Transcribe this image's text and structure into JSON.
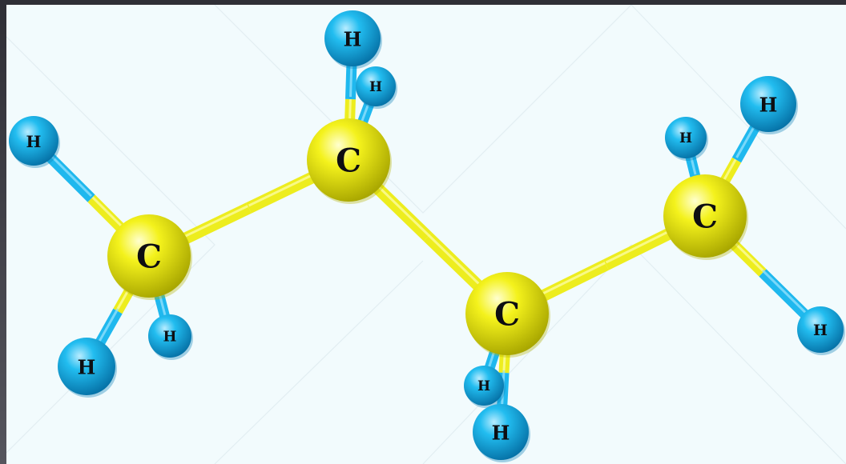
{
  "molecule": {
    "atoms": [
      {
        "id": "c1",
        "element": "C",
        "label": "C"
      },
      {
        "id": "c2",
        "element": "C",
        "label": "C"
      },
      {
        "id": "c3",
        "element": "C",
        "label": "C"
      },
      {
        "id": "c4",
        "element": "C",
        "label": "C"
      },
      {
        "id": "h1",
        "element": "H",
        "label": "H"
      },
      {
        "id": "h2",
        "element": "H",
        "label": "H"
      },
      {
        "id": "h3",
        "element": "H",
        "label": "H"
      },
      {
        "id": "h4",
        "element": "H",
        "label": "H"
      },
      {
        "id": "h5",
        "element": "H",
        "label": "H"
      },
      {
        "id": "h6",
        "element": "H",
        "label": "H"
      },
      {
        "id": "h7",
        "element": "H",
        "label": "H"
      },
      {
        "id": "h8",
        "element": "H",
        "label": "H"
      },
      {
        "id": "h9",
        "element": "H",
        "label": "H"
      },
      {
        "id": "h10",
        "element": "H",
        "label": "H"
      }
    ],
    "bonds": [
      [
        "c1",
        "c2"
      ],
      [
        "c2",
        "c3"
      ],
      [
        "c3",
        "c4"
      ],
      [
        "c1",
        "h1"
      ],
      [
        "c1",
        "h2"
      ],
      [
        "c1",
        "h3"
      ],
      [
        "c2",
        "h4"
      ],
      [
        "c2",
        "h5"
      ],
      [
        "c3",
        "h6"
      ],
      [
        "c3",
        "h7"
      ],
      [
        "c4",
        "h8"
      ],
      [
        "c4",
        "h9"
      ],
      [
        "c4",
        "h10"
      ]
    ]
  },
  "colors": {
    "carbon": "#f2f020",
    "carbon_shade": "#b5b300",
    "hydrogen": "#1fb8ee",
    "hydrogen_shade": "#0a7fb5",
    "bond": "#eded1e",
    "background": "#f2fbfd"
  }
}
